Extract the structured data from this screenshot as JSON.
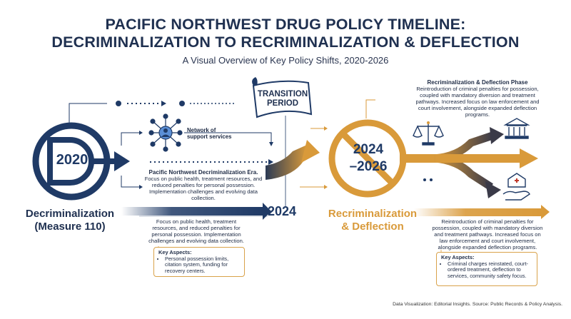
{
  "header": {
    "title_line1": "PACIFIC NORTHWEST DRUG POLICY TIMELINE:",
    "title_line2": "DECRIMINALIZATION TO RECRIMINALIZATION & DEFLECTION",
    "subtitle": "A Visual Overview of Key Policy Shifts, 2020-2026"
  },
  "transition": {
    "line1": "TRANSITION",
    "line2": "PERIOD"
  },
  "left": {
    "year": "2020",
    "network_label": "Network of\nsupport services",
    "era_title": "Pacific Northwest Decriminalization Era.",
    "era_body": "Focus on public health, treatment resources, and reduced penalties for personal possession. Implementation challenges and evolving data collection.",
    "phase_line1": "Decriminalization",
    "phase_line2": "(Measure 110)",
    "bottom_desc": "Focus on public health, treatment resources, and reduced penalties for personal possession. Implementation challenges and evolving data collection.",
    "key_title": "Key Aspects:",
    "key_item": "Personal possession limits, citation system, funding for recovery centers."
  },
  "middle": {
    "year": "2024"
  },
  "right": {
    "year_line1": "2024",
    "year_line2": "–2026",
    "phase_title": "Recriminalization & Deflection Phase",
    "phase_body": "Reintroduction of criminal penalties for possession, coupled with mandatory diversion and treatment pathways. Increased focus on law enforcement and court involvement, alongside expanded deflection programs.",
    "phase_line1": "Recriminalization",
    "phase_line2": "& Deflection",
    "bottom_desc": "Reintroduction of criminal penalties for possession, coupled with mandatory diversion and treatment pathways. Increased focus on law enforcement and court involvement, alongside expanded deflection programs.",
    "key_title": "Key Aspects:",
    "key_item": "Criminal charges reinstated, court-ordered treatment, deflection to services, community safety focus."
  },
  "footer": {
    "credit": "Data Visualization: Editorial Insights. Source: Public Records & Policy Analysis."
  },
  "colors": {
    "navy": "#1f3a66",
    "gold": "#d99a3a",
    "text": "#1d2a44"
  },
  "icons": [
    "network-icon",
    "scales-of-justice-icon",
    "courthouse-icon",
    "healthcare-hand-icon",
    "decriminalization-d-icon",
    "recriminalization-r-icon"
  ]
}
